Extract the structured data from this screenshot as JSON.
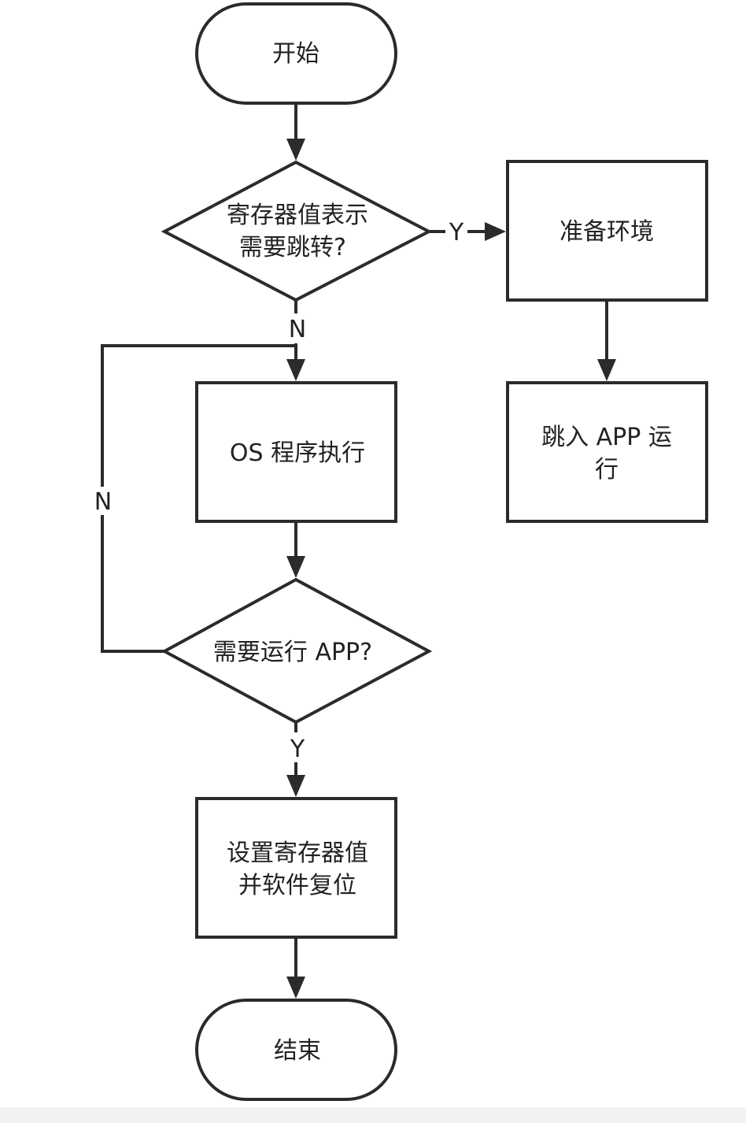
{
  "nodes": {
    "start": "开始",
    "decision_jump_l1": "寄存器值表示",
    "decision_jump_l2": "需要跳转?",
    "prepare_env": "准备环境",
    "jump_app_l1": "跳入 APP 运",
    "jump_app_l2": "行",
    "os_exec": "OS 程序执行",
    "decision_run": "需要运行 APP?",
    "set_reset_l1": "设置寄存器值",
    "set_reset_l2": "并软件复位",
    "end": "结束"
  },
  "edge_labels": {
    "jump_yes": "Y",
    "jump_no": "N",
    "run_no": "N",
    "run_yes": "Y"
  },
  "colors": {
    "stroke": "#2b2b2b",
    "text": "#222222",
    "background": "#ffffff"
  }
}
